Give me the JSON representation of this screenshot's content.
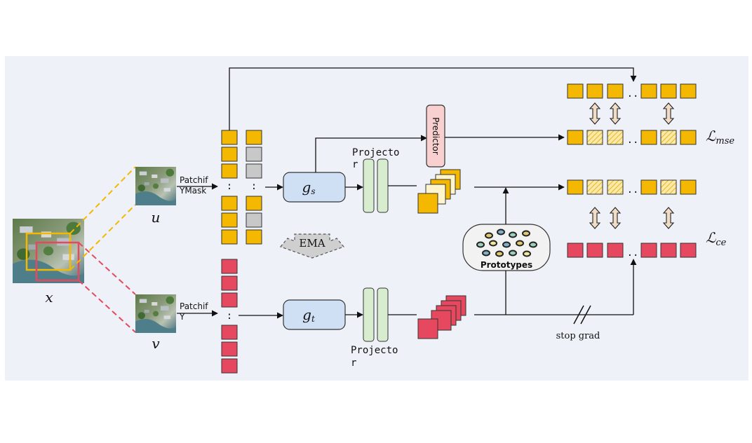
{
  "labels": {
    "x": "x",
    "u": "u",
    "v": "v",
    "patchify_mask_line1": "Patchif",
    "patchify_mask_line2": "YMask",
    "patchify_line1": "Patchif",
    "patchify_line2": "Y",
    "gs_main": "g",
    "gs_sub": "s",
    "gt_main": "g",
    "gt_sub": "t",
    "projector_top_line1": "Projecto",
    "projector_top_line2": "r",
    "projector_bottom_line1": "Projecto",
    "projector_bottom_line2": "r",
    "predictor": "Predictor",
    "ema": "EMA",
    "prototypes": "Prototypes",
    "stop_grad": "stop grad",
    "loss_mse_main": "ℒ",
    "loss_mse_sub": "mse",
    "loss_ce_main": "ℒ",
    "loss_ce_sub": "ce",
    "ellipsis_small": ":",
    "ellipsis_row": ".."
  },
  "colors": {
    "panel_bg": "#eef2f8",
    "token_yellow": "#f5b800",
    "token_gray": "#c8c8c8",
    "token_red": "#e5485f",
    "encoder_fill": "#cfe0f5",
    "projector_fill": "#d8ecd0",
    "predictor_fill": "#f8d0d0",
    "prototype_fill": "#f2f2f2",
    "view_u": "#f5b800",
    "view_v": "#e5485f"
  },
  "icons": {
    "image": "aerial-image-icon",
    "arrow": "arrow-icon",
    "double_arrow": "double-arrow-icon",
    "stop_grad": "stop-grad-icon"
  }
}
